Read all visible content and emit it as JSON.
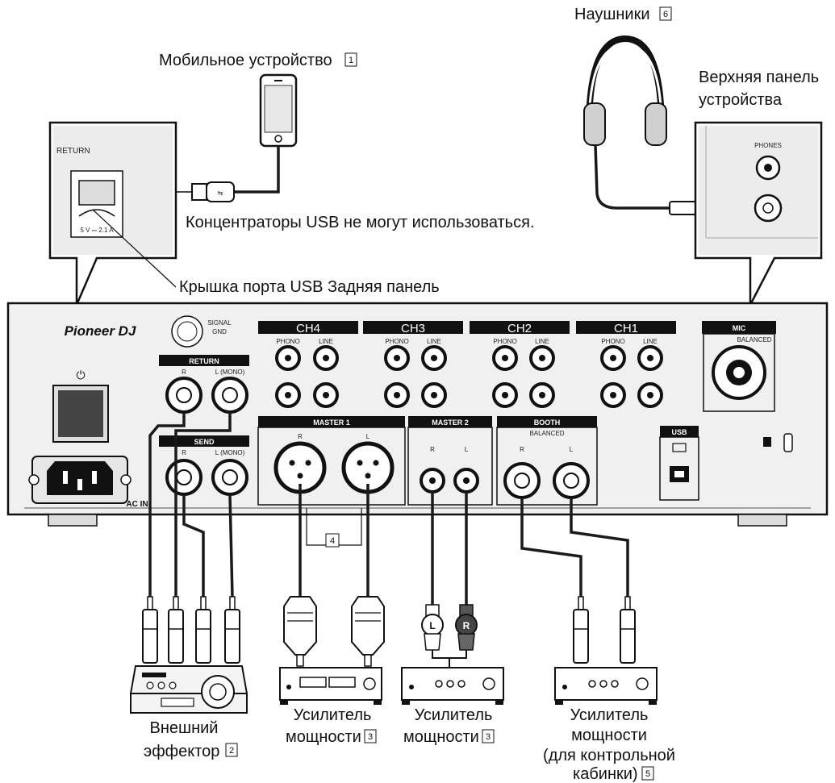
{
  "labels": {
    "mobile_device": "Мобильное устройство",
    "headphones": "Наушники",
    "top_panel_1": "Верхняя панель",
    "top_panel_2": "устройства",
    "usb_hubs": "Концентраторы USB не могут использоваться.",
    "usb_cover": "Крышка порта USB Задняя панель",
    "ext_effector_1": "Внешний",
    "ext_effector_2": "эффектор",
    "amp1_1": "Усилитель",
    "amp1_2": "мощности",
    "amp2_1": "Усилитель",
    "amp2_2": "мощности",
    "amp3_1": "Усилитель",
    "amp3_2": "мощности",
    "amp3_3": "(для контрольной",
    "amp3_4": "кабинки)"
  },
  "badges": {
    "mobile": "1",
    "effector": "2",
    "amp1": "3",
    "amp2": "3",
    "link": "4",
    "booth": "5",
    "phones": "6"
  },
  "panel": {
    "brand": "Pioneer DJ",
    "signal_gnd_1": "SIGNAL",
    "signal_gnd_2": "GND",
    "return": "RETURN",
    "send": "SEND",
    "r": "R",
    "l_mono": "L (MONO)",
    "ch4": "CH4",
    "ch3": "CH3",
    "ch2": "CH2",
    "ch1": "CH1",
    "phono": "PHONO",
    "line": "LINE",
    "mic": "MIC",
    "balanced": "BALANCED",
    "master1": "MASTER 1",
    "master2": "MASTER 2",
    "booth": "BOOTH",
    "usb": "USB",
    "ac_in": "AC IN",
    "l": "L",
    "usb_inset_return": "RETURN",
    "usb_inset_rating": "5 V ⎓ 2.1 A",
    "phones_inset": "PHONES"
  }
}
